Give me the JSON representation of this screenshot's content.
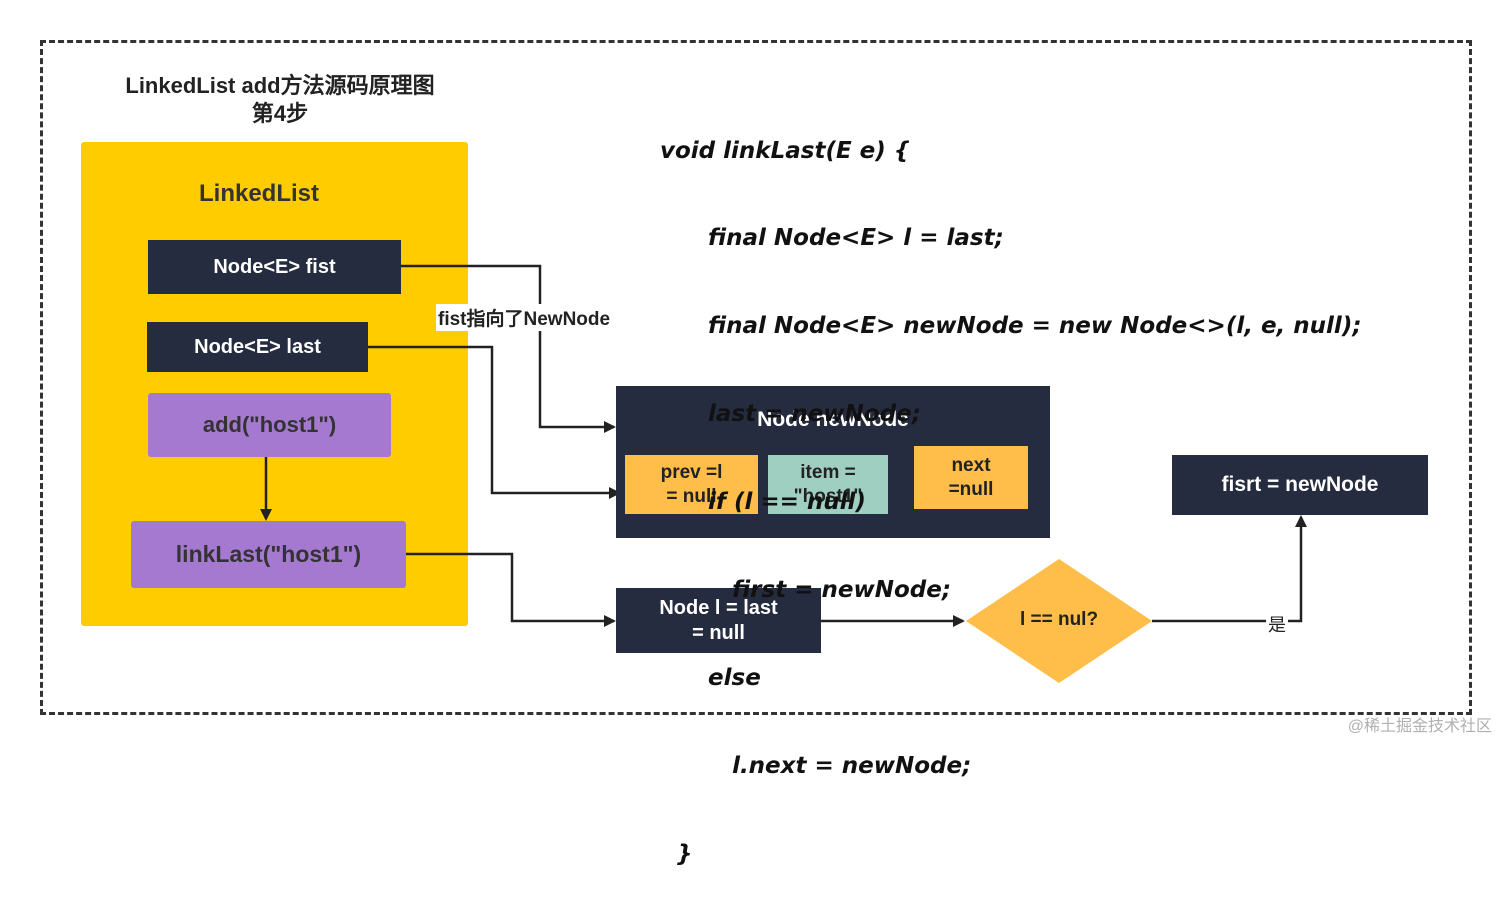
{
  "diagram": {
    "title_line1": "LinkedList add方法源码原理图",
    "title_line2": "第4步",
    "panel_title": "LinkedList",
    "fist_node": "Node<E> fist",
    "last_node": "Node<E> last",
    "add_call": "add(\"host1\")",
    "linklast_call": "linkLast(\"host1\")",
    "newnode_title": "Node newNode",
    "prev_field": "prev =l = null",
    "prev_line1": "prev =l",
    "prev_line2": "= null",
    "item_line1": "item =",
    "item_line2": "\"host1\"",
    "next_line1": "next",
    "next_line2": "=null",
    "local_l_line1": "Node l = last",
    "local_l_line2": "= null",
    "decision": "l == nul?",
    "result": "fisrt = newNode",
    "edge_fist_label": "fist指向了NewNode",
    "edge_yes_label": "是"
  },
  "code": [
    "void linkLast(E e) {",
    "      final Node<E> l = last;",
    "      final Node<E> newNode = new Node<>(l, e, null);",
    "      last = newNode;",
    "      if (l == null)",
    "         first = newNode;",
    "      else",
    "         l.next = newNode;",
    "  }"
  ],
  "watermark": "@稀土掘金技术社区",
  "colors": {
    "panel_yellow": "#ffcc00",
    "dark_navy": "#262c3f",
    "purple": "#a679d1",
    "orange": "#ffbd4a",
    "teal": "#9fcfc0",
    "decision_orange": "#ffbd4a"
  }
}
